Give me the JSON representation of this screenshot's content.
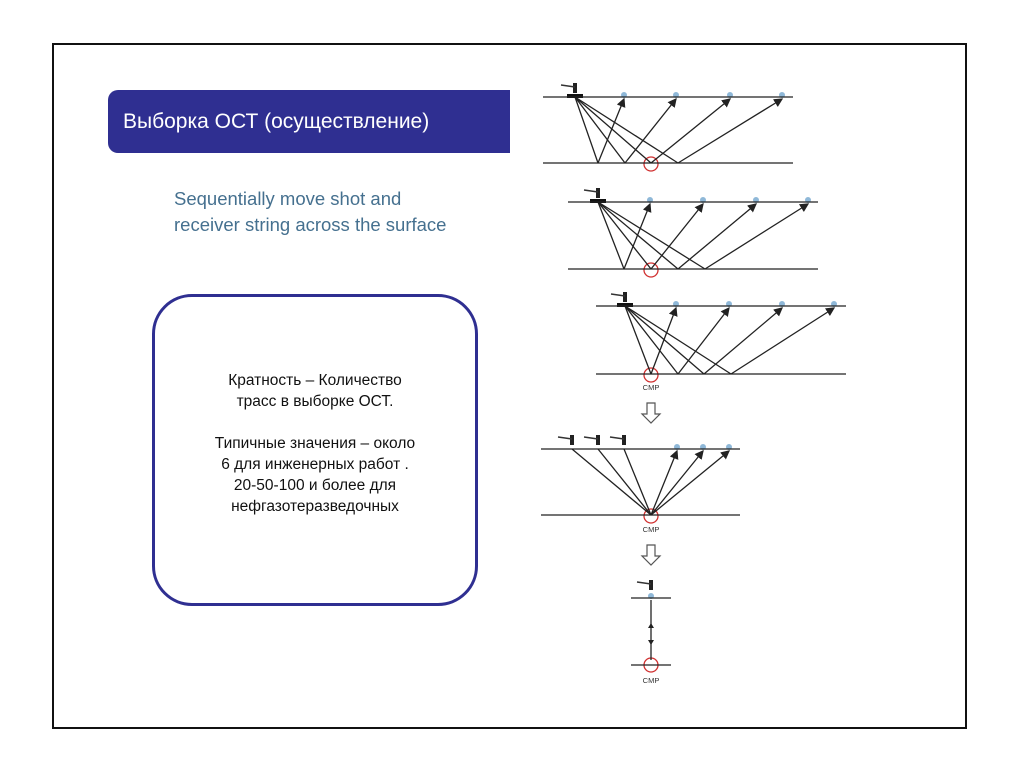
{
  "slide": {
    "title": "Выборка ОСТ (осуществление)",
    "subtitle_line1": "Sequentially move shot and",
    "subtitle_line2": "receiver string across the surface",
    "box": {
      "p1_line1": "Кратность – Количество",
      "p1_line2": "трасс в выборке ОСТ.",
      "p2_line1": "Типичные значения – около",
      "p2_line2": "6 для инженерных работ .",
      "p2_line3": "20-50-100 и более для",
      "p2_line4": "нефгазотеразведочных"
    },
    "diagram": {
      "cmp_label": "CMP",
      "colors": {
        "ray": "#222222",
        "cmp_circle": "#d03030",
        "receiver": "#8fb8d8",
        "accent": "#2f2f91"
      }
    }
  }
}
